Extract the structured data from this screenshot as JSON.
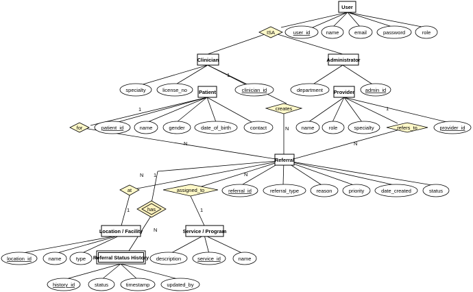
{
  "colors": {
    "relationship_fill": "#fff9c9",
    "weak_relationship_fill": "#fdf2bf",
    "line": "#000000"
  },
  "entities": {
    "user": "User",
    "clinician": "Clinician",
    "administrator": "Administrator",
    "patient": "Patient",
    "provider": "Provider",
    "referral": "Referral",
    "location": "Location / Facility",
    "service": "Service / Program",
    "history": "Referral Status History"
  },
  "relationships": {
    "isa": "ISA",
    "creates": "creates",
    "for": "for",
    "refers_to": "refers_to",
    "at": "at",
    "assigned_to": "assigned_to",
    "has": "has"
  },
  "attributes": {
    "user_id": "user_id",
    "user_name": "name",
    "email": "email",
    "password": "password",
    "role": "role",
    "specialty": "specialty",
    "license_no": "license_no",
    "clinician_id": "clinician_id",
    "department": "department",
    "admin_id": "admin_id",
    "patient_id": "patient_id",
    "patient_name": "name",
    "gender": "gender",
    "date_of_birth": "date_of_birth",
    "contact": "contact",
    "provider_name": "name",
    "provider_role": "role",
    "provider_specialty": "specialty",
    "provider_id": "provider_id",
    "referral_id": "referral_id",
    "referral_type": "referral_type",
    "reason": "reason",
    "priority": "priority",
    "date_created": "date_created",
    "referral_status": "status",
    "location_id": "location_id",
    "location_name": "name",
    "location_type": "type",
    "description": "description",
    "service_id": "service_id",
    "service_name": "name",
    "history_id": "history_id",
    "history_status": "status",
    "timestamp": "timestamp",
    "updated_by": "updated_by"
  },
  "cardinalities": {
    "creates_clinician": "1",
    "creates_referral": "N",
    "for_patient": "1",
    "for_referral": "N",
    "refers_provider": "1",
    "refers_referral": "N",
    "referral_n_left": "N",
    "referral_1_left": "1",
    "at_location": "1",
    "assigned_referral": "N",
    "assigned_service": "1",
    "has_history": "N"
  }
}
